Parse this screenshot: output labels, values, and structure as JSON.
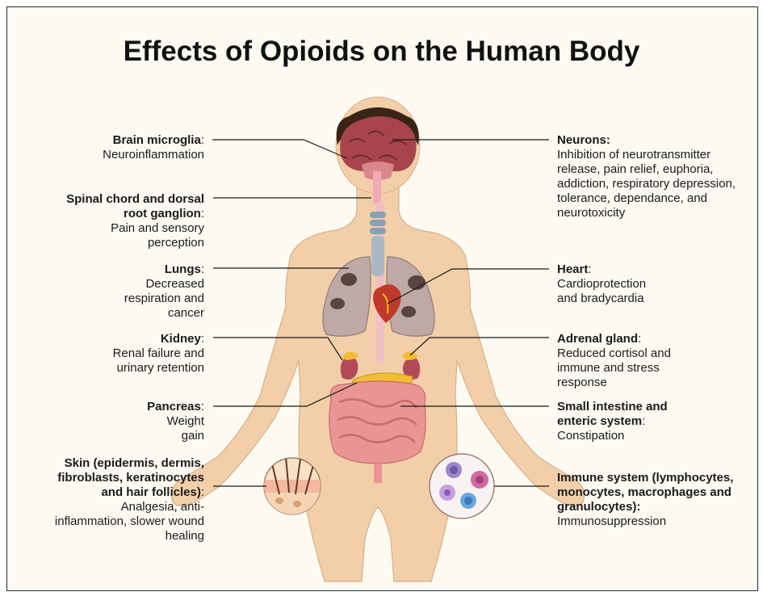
{
  "title": "Effects of Opioids on the Human Body",
  "colors": {
    "background": "#fdfaf2",
    "skin": "#f2cfa8",
    "brain": "#a8454c",
    "lungs": "#bfa9a6",
    "intestine": "#e99595",
    "pancreas": "#f3bd32",
    "heart": "#c0392b",
    "immune_cells": [
      "#9b86c9",
      "#d06aa0",
      "#6aa7dd"
    ]
  },
  "labels": {
    "brain": {
      "term": "Brain microglia",
      "suffix": ":",
      "desc": "Neuroinflammation"
    },
    "spinal": {
      "term": "Spinal chord and dorsal root ganglion",
      "suffix": ":",
      "desc": "Pain and sensory perception"
    },
    "lungs": {
      "term": "Lungs",
      "suffix": ":",
      "desc": "Decreased respiration and cancer"
    },
    "kidney": {
      "term": "Kidney",
      "suffix": ":",
      "desc": "Renal failure and urinary retention"
    },
    "pancreas": {
      "term": "Pancreas",
      "suffix": ":",
      "desc": "Weight gain"
    },
    "skin": {
      "term": "Skin (epidermis, dermis, fibroblasts, keratinocytes and hair follicles)",
      "suffix": ":",
      "desc": "Analgesia, anti-inflammation, slower wound healing"
    },
    "neurons": {
      "term": "Neurons:",
      "suffix": "",
      "desc": "Inhibition of neurotransmitter release, pain relief, euphoria, addiction, respiratory depression, tolerance, dependance, and neurotoxicity"
    },
    "heart": {
      "term": "Heart",
      "suffix": ":",
      "desc": "Cardioprotection and bradycardia"
    },
    "adrenal": {
      "term": "Adrenal gland",
      "suffix": ":",
      "desc": "Reduced cortisol and immune and stress response"
    },
    "intestine": {
      "term": "Small intestine and enteric system",
      "suffix": ":",
      "desc": "Constipation"
    },
    "immune": {
      "term": "Immune system (lymphocytes, monocytes, macrophages and granulocytes):",
      "suffix": "",
      "desc": "Immunosuppression"
    }
  }
}
